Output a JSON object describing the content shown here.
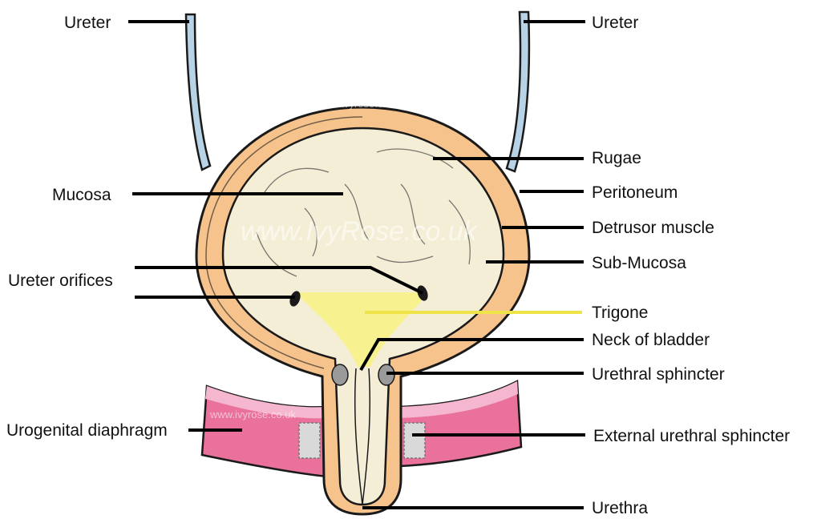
{
  "labels": {
    "ureter_left": "Ureter",
    "ureter_right": "Ureter",
    "mucosa": "Mucosa",
    "ureter_orifices": "Ureter orifices",
    "urogenital_diaphragm": "Urogenital diaphragm",
    "rugae": "Rugae",
    "peritoneum": "Peritoneum",
    "detrusor_muscle": "Detrusor muscle",
    "sub_mucosa": "Sub-Mucosa",
    "trigone": "Trigone",
    "neck_of_bladder": "Neck of bladder",
    "urethral_sphincter": "Urethral sphincter",
    "external_urethral_sphincter": "External urethral sphincter",
    "urethra": "Urethra"
  },
  "watermarks": {
    "top": "www.ivyrose.co.uk",
    "center": "www.IvyRose.co.uk",
    "lower": "www.ivyrose.co.uk"
  },
  "colors": {
    "ureter": "#b9d3e6",
    "detrusor": "#f6c38d",
    "mucosa_fill": "#f5eed7",
    "trigone": "#f7f08c",
    "diaphragm": "#e9719b",
    "diaphragm_light": "#f5b6cf",
    "outline": "#1a1a1a"
  }
}
